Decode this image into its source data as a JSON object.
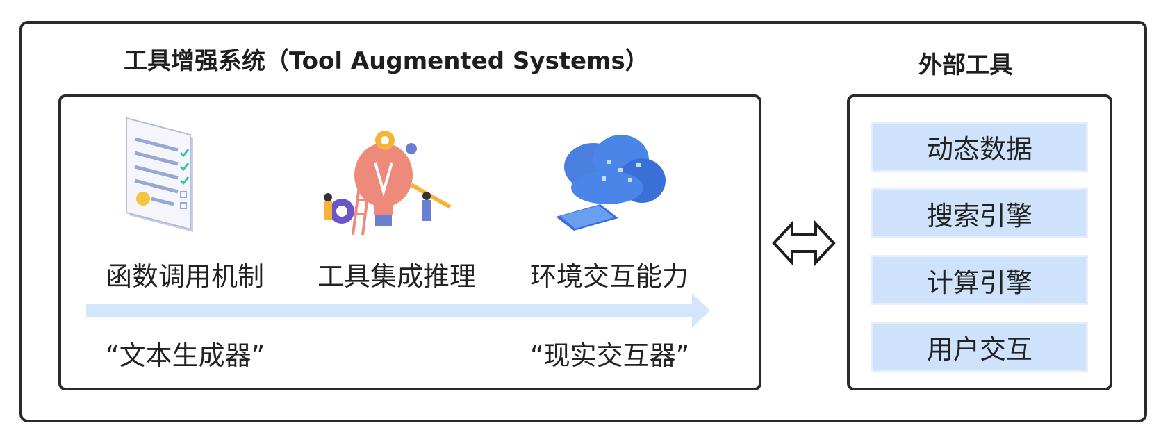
{
  "system_title": "工具增强系统（Tool Augmented Systems）",
  "tools_title": "外部工具",
  "capabilities": [
    {
      "label": "函数调用机制",
      "icon": "document-checklist-icon"
    },
    {
      "label": "工具集成推理",
      "icon": "lightbulb-gears-icon"
    },
    {
      "label": "环境交互能力",
      "icon": "cloud-device-icon"
    }
  ],
  "roles": {
    "start": "“文本生成器”",
    "end": "“现实交互器”"
  },
  "external_tools": [
    "动态数据",
    "搜索引擎",
    "计算引擎",
    "用户交互"
  ],
  "colors": {
    "tool_fill": "#cfe2fb",
    "progress_arrow": "#d4e6fb",
    "frame": "#2a2a2a"
  }
}
